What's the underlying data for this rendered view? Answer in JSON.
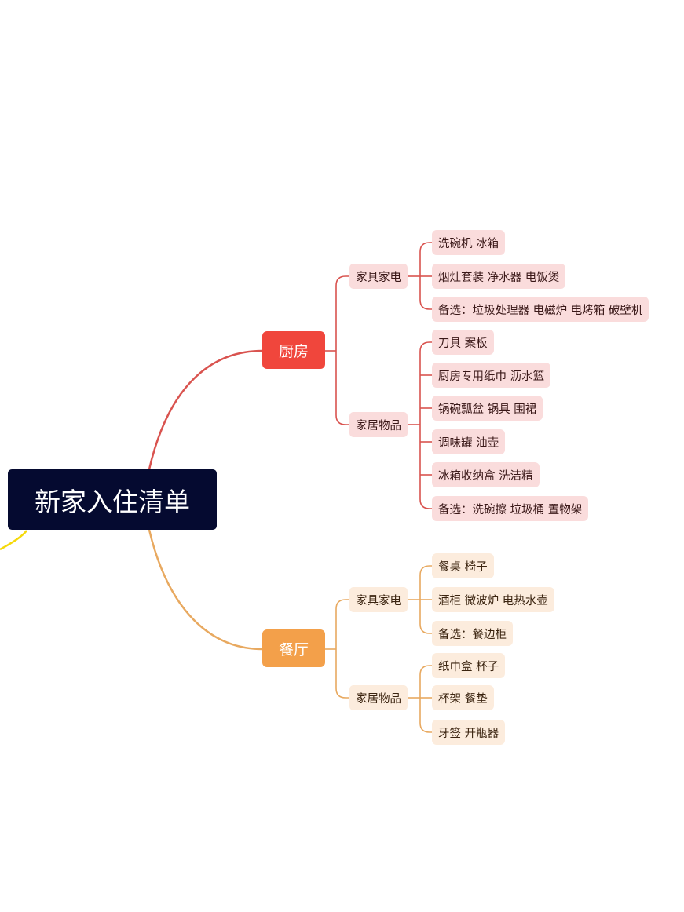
{
  "root": {
    "label": "新家入住清单"
  },
  "colors": {
    "root_bg": "#050a30",
    "kitchen": "#f0463c",
    "kitchen_line": "#d9534f",
    "kitchen_tag": "#fadcdc",
    "dining": "#f3a04a",
    "dining_line": "#e8a960",
    "dining_tag": "#fcecdd",
    "offscreen_branch": "#f5d90a"
  },
  "categories": [
    {
      "label": "厨房",
      "groups": [
        {
          "label": "家具家电",
          "items": [
            "洗碗机 冰箱",
            "烟灶套装 净水器 电饭煲",
            "备选：垃圾处理器 电磁炉 电烤箱 破壁机"
          ]
        },
        {
          "label": "家居物品",
          "items": [
            "刀具 案板",
            "厨房专用纸巾 沥水篮",
            "锅碗瓢盆 锅具 围裙",
            "调味罐 油壶",
            "冰箱收纳盒 洗洁精",
            "备选：洗碗擦 垃圾桶 置物架"
          ]
        }
      ]
    },
    {
      "label": "餐厅",
      "groups": [
        {
          "label": "家具家电",
          "items": [
            "餐桌 椅子",
            "酒柜 微波炉 电热水壶",
            "备选：餐边柜"
          ]
        },
        {
          "label": "家居物品",
          "items": [
            "纸巾盒 杯子",
            "杯架 餐垫",
            "牙签 开瓶器"
          ]
        }
      ]
    }
  ]
}
